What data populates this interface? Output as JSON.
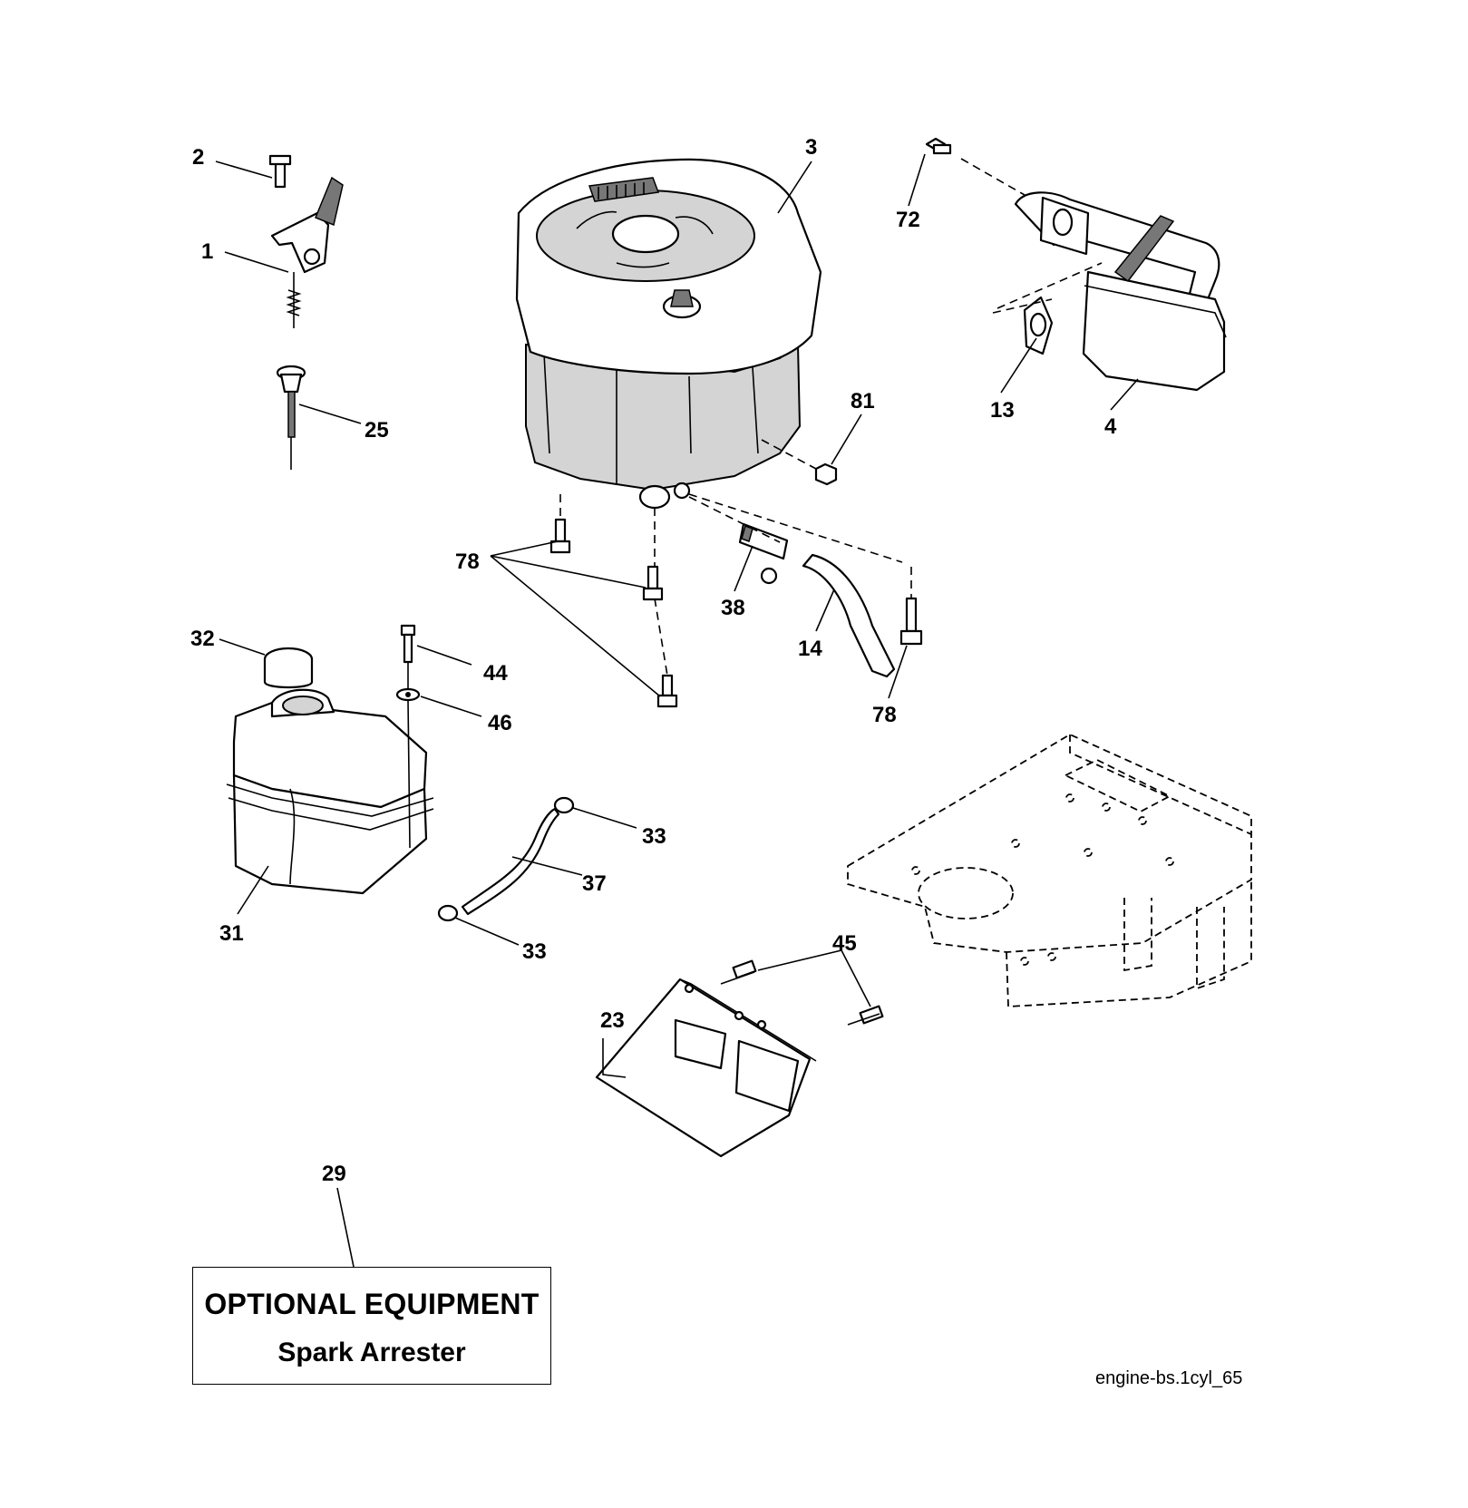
{
  "callouts": {
    "c1": "1",
    "c2": "2",
    "c3": "3",
    "c4": "4",
    "c13": "13",
    "c14": "14",
    "c23": "23",
    "c25": "25",
    "c29": "29",
    "c31": "31",
    "c32": "32",
    "c33a": "33",
    "c33b": "33",
    "c37": "37",
    "c38": "38",
    "c44": "44",
    "c45": "45",
    "c46": "46",
    "c72": "72",
    "c78a": "78",
    "c78b": "78",
    "c81": "81"
  },
  "optional_box": {
    "title": "OPTIONAL EQUIPMENT",
    "subtitle": "Spark Arrester"
  },
  "figure_code": "engine-bs.1cyl_65"
}
